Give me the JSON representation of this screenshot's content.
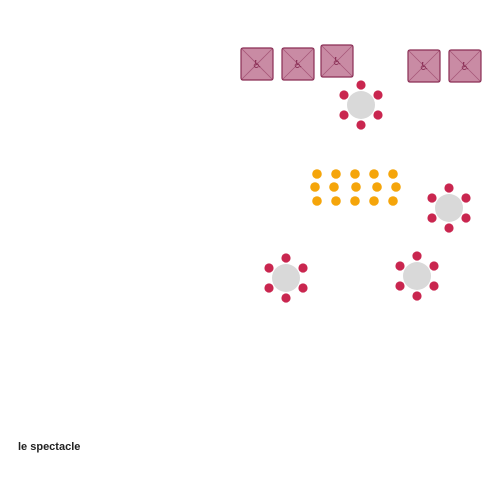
{
  "stage": {
    "label": "le spectacle"
  },
  "colors": {
    "chair": "#c9264f",
    "table": "#d9d9d9",
    "general_admission": "#f5a50a",
    "wheelchair_fill": "#c98ba4",
    "wheelchair_stroke": "#8a2e55"
  },
  "icons": {
    "wheelchair": "wheelchair-icon"
  },
  "sections": {
    "wheelchair": {
      "count": 5,
      "state": "unavailable"
    },
    "round_tables": {
      "count": 4,
      "chairs_per_table": 6
    },
    "general_admission": {
      "rows": 3,
      "seats_per_row": 5
    }
  }
}
